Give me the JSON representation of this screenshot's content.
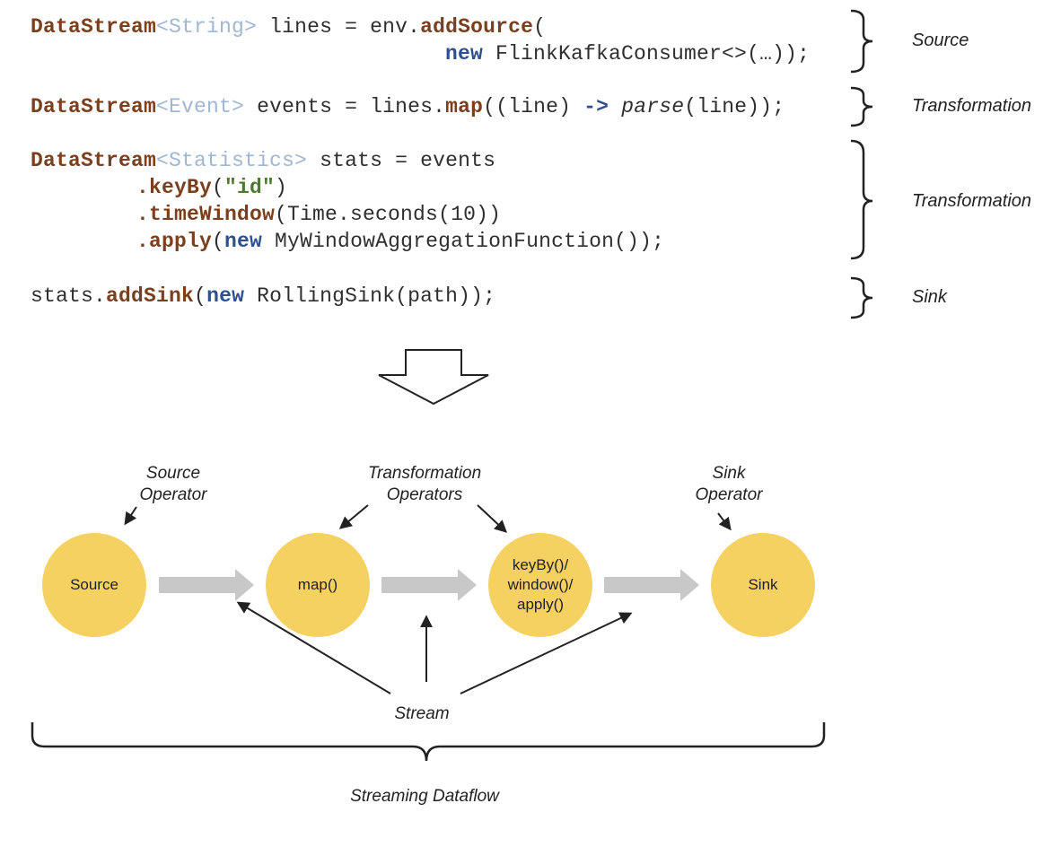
{
  "code": {
    "source_line1": {
      "t1": "DataStream",
      "t2": "<String>",
      "t3": " lines = env.",
      "t4": "addSource",
      "t5": "("
    },
    "source_line2": {
      "t1": "new",
      "t2": " FlinkKafkaConsumer<>(…));"
    },
    "map_line": {
      "t1": "DataStream",
      "t2": "<Event>",
      "t3": " events = lines.",
      "t4": "map",
      "t5": "((line) ",
      "t6": "->",
      "t7": " ",
      "t8": "parse",
      "t9": "(line));"
    },
    "stats_line1": {
      "t1": "DataStream",
      "t2": "<Statistics>",
      "t3": " stats = events"
    },
    "stats_line2": {
      "t1": ".keyBy",
      "t2": "(",
      "t3": "\"id\"",
      "t4": ")"
    },
    "stats_line3": {
      "t1": ".timeWindow",
      "t2": "(Time.seconds(10))"
    },
    "stats_line4": {
      "t1": ".apply",
      "t2": "(",
      "t3": "new",
      "t4": " MyWindowAggregationFunction());"
    },
    "sink_line": {
      "t1": "stats.",
      "t2": "addSink",
      "t3": "(",
      "t4": "new",
      "t5": " RollingSink(path));"
    }
  },
  "brace_labels": {
    "source": "Source",
    "transformation1": "Transformation",
    "transformation2": "Transformation",
    "sink": "Sink"
  },
  "nodes": {
    "source": "Source",
    "map": "map()",
    "keyby": "keyBy()/\nwindow()/\napply()",
    "sink": "Sink"
  },
  "diagram_labels": {
    "source_operator": "Source\nOperator",
    "transformation_operators": "Transformation\nOperators",
    "sink_operator": "Sink\nOperator",
    "stream": "Stream",
    "streaming_dataflow": "Streaming Dataflow"
  },
  "colors": {
    "node_fill": "#f5d162",
    "flow_arrow": "#c8c8c8"
  }
}
